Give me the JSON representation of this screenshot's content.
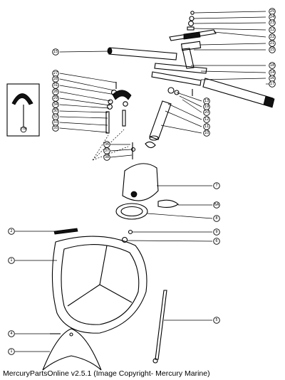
{
  "caption": "MercuryPartsOnline v2.5.1 (Image Copyright- Mercury Marine)",
  "inset_label": "27M",
  "callouts": [
    {
      "id": "c25",
      "label": "25"
    },
    {
      "id": "c24",
      "label": "24"
    },
    {
      "id": "c23",
      "label": "23"
    },
    {
      "id": "c12a",
      "label": "12"
    },
    {
      "id": "c22",
      "label": "22"
    },
    {
      "id": "c21",
      "label": "21"
    },
    {
      "id": "c15a",
      "label": "15"
    },
    {
      "id": "c15b",
      "label": "15"
    },
    {
      "id": "c18",
      "label": "18"
    },
    {
      "id": "c14",
      "label": "14"
    },
    {
      "id": "c16",
      "label": "16"
    },
    {
      "id": "c17",
      "label": "17"
    },
    {
      "id": "c27",
      "label": "27"
    },
    {
      "id": "c28",
      "label": "28"
    },
    {
      "id": "c31",
      "label": "31"
    },
    {
      "id": "c26",
      "label": "26"
    },
    {
      "id": "c29",
      "label": "29"
    },
    {
      "id": "c34",
      "label": "34"
    },
    {
      "id": "c30",
      "label": "30"
    },
    {
      "id": "c32",
      "label": "32"
    },
    {
      "id": "c33",
      "label": "33"
    },
    {
      "id": "c35",
      "label": "35"
    },
    {
      "id": "c13",
      "label": "13"
    },
    {
      "id": "c19",
      "label": "19"
    },
    {
      "id": "c20",
      "label": "20"
    },
    {
      "id": "c12b",
      "label": "12"
    },
    {
      "id": "c11",
      "label": "11"
    },
    {
      "id": "c10",
      "label": "10"
    },
    {
      "id": "c36",
      "label": "36"
    },
    {
      "id": "c37",
      "label": "37"
    },
    {
      "id": "c38",
      "label": "38"
    },
    {
      "id": "c7",
      "label": "7"
    },
    {
      "id": "c6a",
      "label": "6A"
    },
    {
      "id": "c8",
      "label": "8"
    },
    {
      "id": "c2",
      "label": "2"
    },
    {
      "id": "c9",
      "label": "9"
    },
    {
      "id": "c6",
      "label": "6"
    },
    {
      "id": "c1a",
      "label": "1"
    },
    {
      "id": "c5",
      "label": "5"
    },
    {
      "id": "c4",
      "label": "4"
    },
    {
      "id": "c1b",
      "label": "1"
    }
  ]
}
